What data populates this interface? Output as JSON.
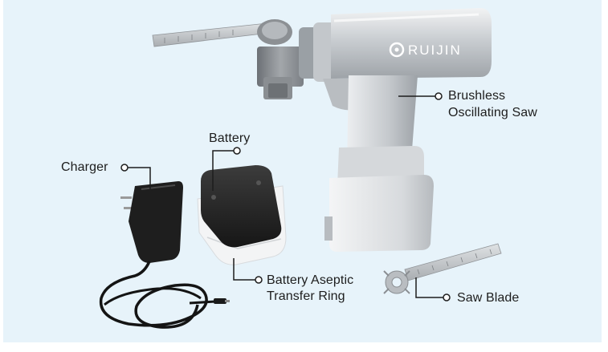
{
  "brand": {
    "logo_text": "RUIJIN"
  },
  "callouts": {
    "saw": {
      "line1": "Brushless",
      "line2": "Oscillating Saw"
    },
    "battery": {
      "text": "Battery"
    },
    "charger": {
      "text": "Charger"
    },
    "ring": {
      "line1": "Battery Aseptic",
      "line2": "Transfer Ring"
    },
    "blade": {
      "text": "Saw Blade"
    }
  },
  "colors": {
    "background": "#e7f3fa",
    "device_silver": "#c8ccd0",
    "battery_black": "#2a2a2a",
    "leader_line": "#1d1d1d"
  }
}
